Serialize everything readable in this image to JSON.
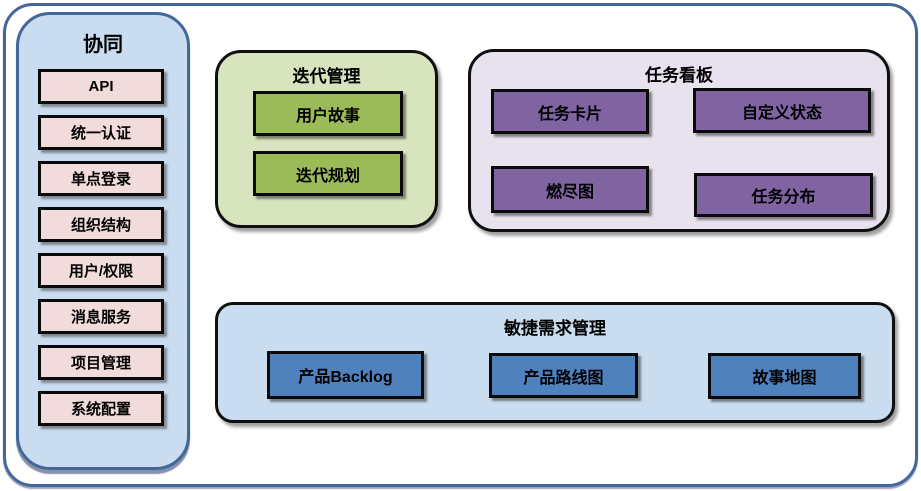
{
  "diagram": {
    "sidebar": {
      "title": "协同",
      "items": [
        "API",
        "统一认证",
        "单点登录",
        "组织结构",
        "用户/权限",
        "消息服务",
        "项目管理",
        "系统配置"
      ]
    },
    "iteration": {
      "title": "迭代管理",
      "items": [
        "用户故事",
        "迭代规划"
      ]
    },
    "taskboard": {
      "title": "任务看板",
      "items": [
        "任务卡片",
        "自定义状态",
        "燃尽图",
        "任务分布"
      ]
    },
    "requirements": {
      "title": "敏捷需求管理",
      "items": [
        "产品Backlog",
        "产品路线图",
        "故事地图"
      ]
    },
    "colors": {
      "frame_border": "#44679A",
      "sidebar_fill": "#C9DCF0",
      "sidebar_item_fill": "#F2DCDB",
      "iteration_fill": "#D7E4BD",
      "iteration_item_fill": "#9BBB59",
      "taskboard_fill": "#E7E2EE",
      "taskboard_item_fill": "#8064A2",
      "requirements_fill": "#C9DCF0",
      "requirements_item_fill": "#4F81BD",
      "node_border": "#000000",
      "text": "#000000"
    }
  }
}
